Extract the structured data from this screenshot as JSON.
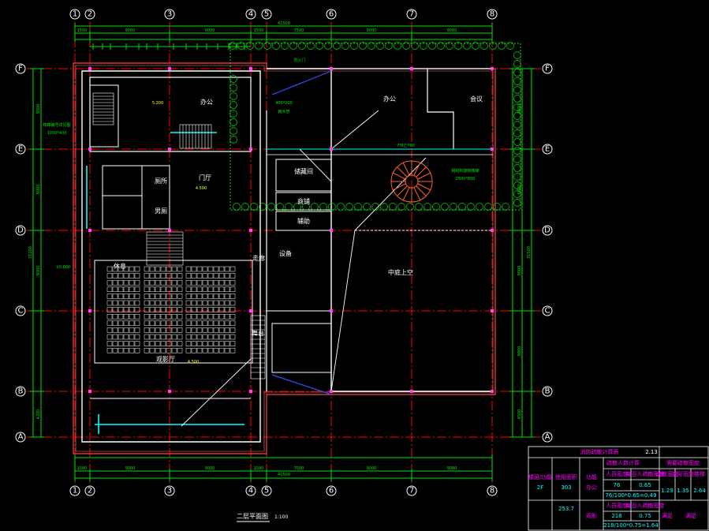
{
  "axes": {
    "columns": [
      "1",
      "2",
      "3",
      "4",
      "5",
      "6",
      "7",
      "8"
    ],
    "rows": [
      "F",
      "E",
      "D",
      "C",
      "B",
      "A"
    ]
  },
  "dims": {
    "top_total": "41500",
    "top_segments": [
      "1500",
      "9000",
      "9000",
      "1500",
      "7500",
      "9000",
      "9000"
    ],
    "bottom_total": "41500",
    "bottom_segments": [
      "1500",
      "9000",
      "9000",
      "1500",
      "7500",
      "9000",
      "9000"
    ],
    "left_total": "31200",
    "left_segments": [
      "9000",
      "9000",
      "9000",
      "4200"
    ],
    "right_total": "31500",
    "right_segments": [
      "3000",
      "6000",
      "9000",
      "9000",
      "4500"
    ]
  },
  "rooms": {
    "office_a": "办公",
    "office_b": "办公",
    "meeting": "会议",
    "hall": "门厅",
    "toilet_f": "厕所",
    "toilet_m": "男厕",
    "storage": "储藏间",
    "shop": "商铺",
    "aux": "辅助",
    "lounge": "休息",
    "void": "中庭上空",
    "corridor": "走廊",
    "stage": "舞台",
    "cinema": "观影厅",
    "equip": "设备"
  },
  "labels": {
    "stair_note": "楼梯编号详见图",
    "rain_pipe": "雨水管",
    "level_note": "±0.000",
    "top_label": "防火门",
    "window_note": "1000*400",
    "window_note2": "400*200",
    "door_note": "FM乙700",
    "stair_note2": "钢结构旋转楼梯",
    "stair_size": "2500*800",
    "floor_elev": "4.500",
    "elev_a": "5.200",
    "elev_b": "4.500"
  },
  "drawing_title": "二层平面图",
  "scale": "1:100",
  "table": {
    "title": "消防疏散计算表",
    "h_floor": "楼层/功能",
    "h_area": "使用面积",
    "h_func": "功能",
    "h_calc": "疏散人数计算",
    "h_width": "疏散宽度",
    "h_density": "人员密度",
    "h_per": "每百人疏散宽度",
    "h_result": "2.13",
    "h_req": "需要疏散宽度",
    "h_actual": "实际宽度",
    "h_stairs": "楼梯",
    "floor": "2F",
    "area1": "303",
    "area2": "253.7",
    "func1": "办公",
    "func2": "观影",
    "pop1": "76",
    "dens1": "0.65",
    "calc1": "76/100*0.65=0.49",
    "pop2": "218",
    "dens2": "0.75",
    "calc2": "218/100*0.75=1.64",
    "w1": "1.29",
    "w2": "1.35",
    "w3": "2.64",
    "note1": "满足",
    "note2": "满足"
  },
  "colors": {
    "axis_grid": "#ff0000",
    "dimension": "#00e000",
    "walls": "#ffffff",
    "outline": "#ff4040",
    "seats": "#ffffff",
    "table_text": "#ff00ff",
    "table_lines": "#ffffff"
  }
}
